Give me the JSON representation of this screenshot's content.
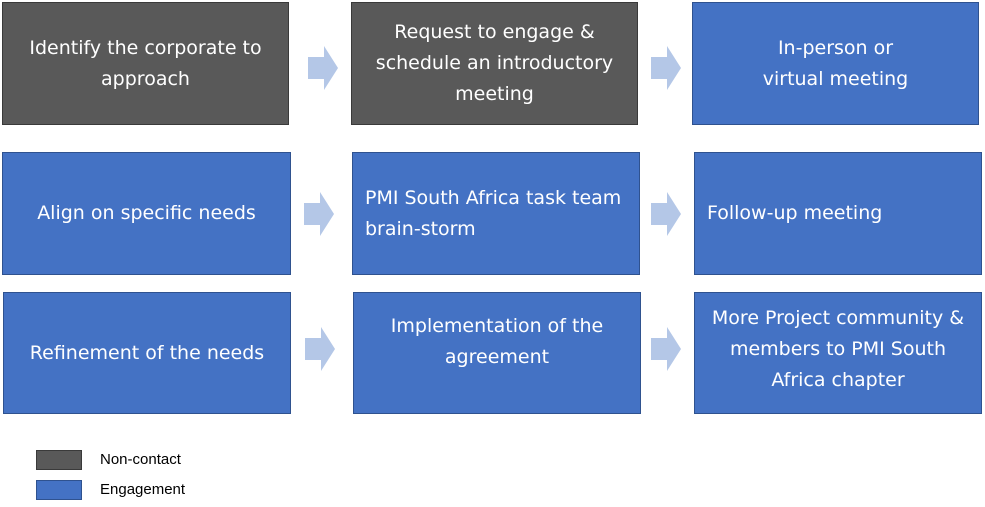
{
  "colors": {
    "noncontact": "#595959",
    "engagement": "#4472c4",
    "arrow": "#b4c7e7"
  },
  "steps": [
    {
      "label": "Identify the corporate to\napproach",
      "category": "noncontact"
    },
    {
      "label": "Request to engage &\nschedule an introductory\nmeeting",
      "category": "noncontact"
    },
    {
      "label": "In-person or\nvirtual meeting",
      "category": "engagement"
    },
    {
      "label": "Align on specific needs",
      "category": "engagement"
    },
    {
      "label": "PMI South Africa task team\nbrain-storm",
      "category": "engagement"
    },
    {
      "label": "Follow-up meeting",
      "category": "engagement"
    },
    {
      "label": "Refinement of the needs",
      "category": "engagement"
    },
    {
      "label": "Implementation of the\nagreement",
      "category": "engagement"
    },
    {
      "label": "More Project community &\nmembers to PMI South\nAfrica chapter",
      "category": "engagement"
    }
  ],
  "legend": [
    {
      "label": "Non-contact",
      "category": "noncontact"
    },
    {
      "label": "Engagement",
      "category": "engagement"
    }
  ]
}
